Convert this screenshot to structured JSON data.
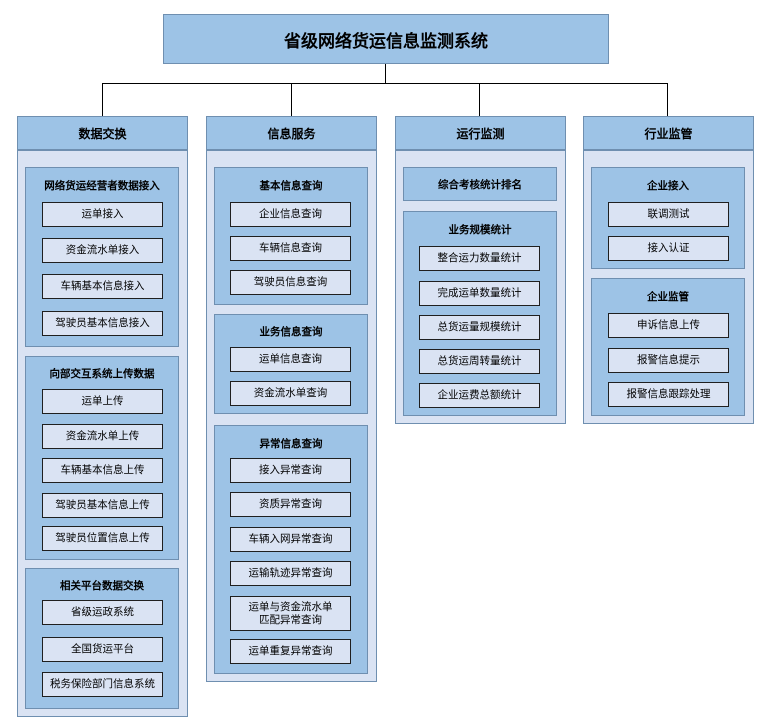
{
  "title": "省级网络货运信息监测系统",
  "columns": [
    {
      "label": "数据交换",
      "groups": [
        {
          "title": "网络货运经营者数据接入",
          "items": [
            "运单接入",
            "资金流水单接入",
            "车辆基本信息接入",
            "驾驶员基本信息接入"
          ]
        },
        {
          "title": "向部交互系统上传数据",
          "items": [
            "运单上传",
            "资金流水单上传",
            "车辆基本信息上传",
            "驾驶员基本信息上传",
            "驾驶员位置信息上传"
          ]
        },
        {
          "title": "相关平台数据交换",
          "items": [
            "省级运政系统",
            "全国货运平台",
            "税务保险部门信息系统"
          ]
        }
      ]
    },
    {
      "label": "信息服务",
      "groups": [
        {
          "title": "基本信息查询",
          "items": [
            "企业信息查询",
            "车辆信息查询",
            "驾驶员信息查询"
          ]
        },
        {
          "title": "业务信息查询",
          "items": [
            "运单信息查询",
            "资金流水单查询"
          ]
        },
        {
          "title": "异常信息查询",
          "items": [
            "接入异常查询",
            "资质异常查询",
            "车辆入网异常查询",
            "运输轨迹异常查询",
            "运单与资金流水单\n匹配异常查询",
            "运单重复异常查询"
          ]
        }
      ]
    },
    {
      "label": "运行监测",
      "single": "综合考核统计排名",
      "groups": [
        {
          "title": "业务规模统计",
          "items": [
            "整合运力数量统计",
            "完成运单数量统计",
            "总货运量规模统计",
            "总货运周转量统计",
            "企业运费总额统计"
          ]
        }
      ]
    },
    {
      "label": "行业监管",
      "groups": [
        {
          "title": "企业接入",
          "items": [
            "联调测试",
            "接入认证"
          ]
        },
        {
          "title": "企业监管",
          "items": [
            "申诉信息上传",
            "报警信息提示",
            "报警信息跟踪处理"
          ]
        }
      ]
    }
  ]
}
